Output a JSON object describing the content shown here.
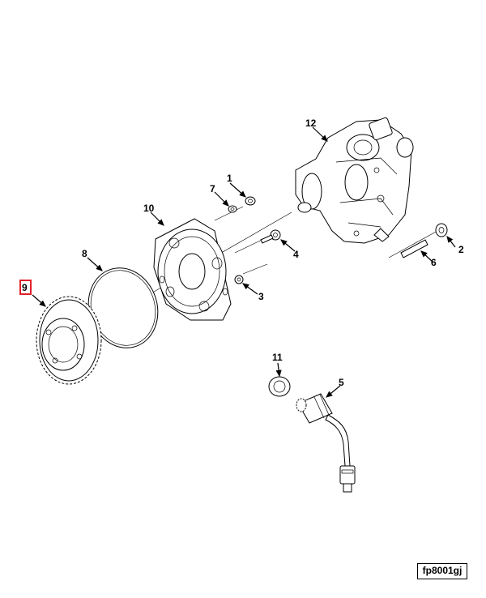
{
  "callouts": {
    "c1": "1",
    "c2": "2",
    "c3": "3",
    "c4": "4",
    "c5": "5",
    "c6": "6",
    "c7": "7",
    "c8": "8",
    "c9": "9",
    "c10": "10",
    "c11": "11",
    "c12": "12"
  },
  "figure_id": "fp8001gj",
  "highlight_color": "#e0202a"
}
